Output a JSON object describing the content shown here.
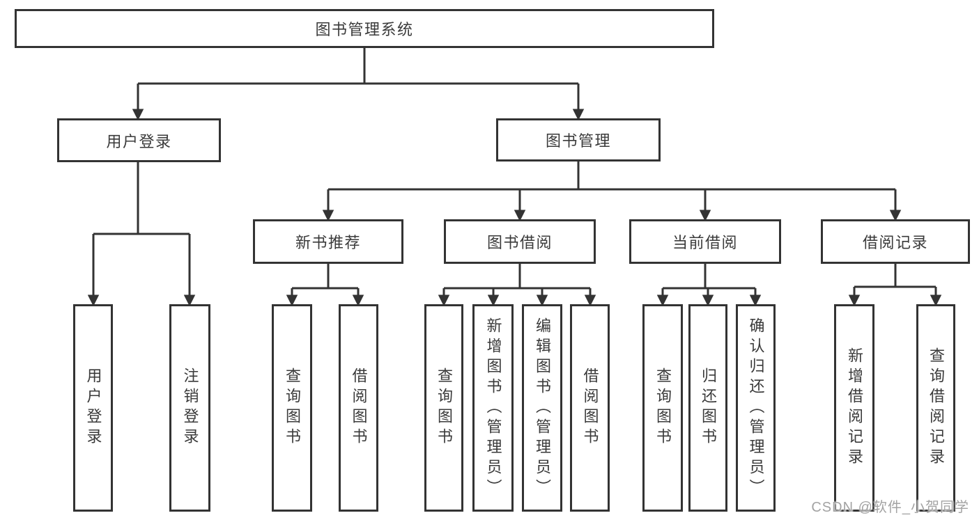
{
  "diagram": {
    "root": {
      "label": "图书管理系统"
    },
    "level2": [
      {
        "label": "用户登录"
      },
      {
        "label": "图书管理"
      }
    ],
    "level3": [
      {
        "label": "新书推荐"
      },
      {
        "label": "图书借阅"
      },
      {
        "label": "当前借阅"
      },
      {
        "label": "借阅记录"
      }
    ],
    "leaves": {
      "user_login": [
        {
          "label": "用户登录"
        },
        {
          "label": "注销登录"
        }
      ],
      "new_book_recommend": [
        {
          "label": "查询图书"
        },
        {
          "label": "借阅图书"
        }
      ],
      "book_borrow": [
        {
          "label": "查询图书"
        },
        {
          "label": "新增图书（管理员）"
        },
        {
          "label": "编辑图书（管理员）"
        },
        {
          "label": "借阅图书"
        }
      ],
      "current_borrow": [
        {
          "label": "查询图书"
        },
        {
          "label": "归还图书"
        },
        {
          "label": "确认归还（管理员）"
        }
      ],
      "borrow_records": [
        {
          "label": "新增借阅记录"
        },
        {
          "label": "查询借阅记录"
        }
      ]
    }
  },
  "watermark": {
    "text": "CSDN @软件_小贺同学"
  },
  "colors": {
    "line": "#333333",
    "box_border": "#333333",
    "text": "#3a3a3a",
    "background": "#ffffff",
    "watermark": "#a3a3a3"
  }
}
